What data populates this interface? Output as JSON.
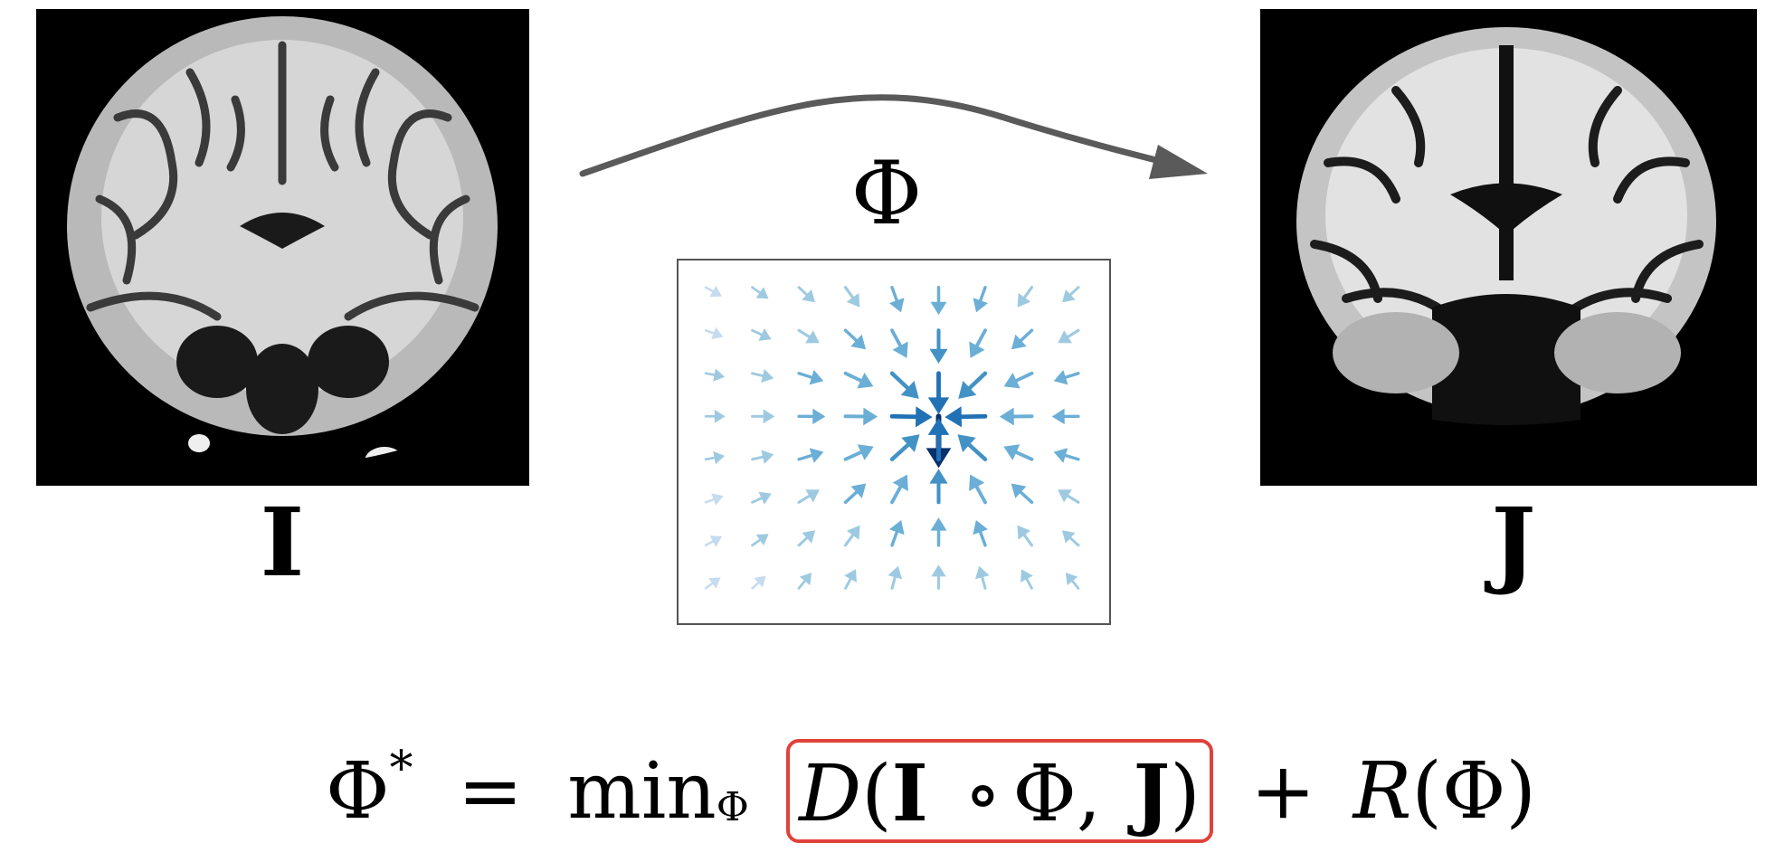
{
  "figure": {
    "source_image_label": "I",
    "target_image_label": "J",
    "transform_label": "Φ",
    "equation": {
      "lhs": "Φ",
      "lhs_sup": "*",
      "equals": "=",
      "min_op": "min",
      "min_sub": "Φ",
      "D": "D",
      "I": "I",
      "compose": "∘",
      "Phi": "Φ,",
      "J": "J",
      "plus": "+",
      "R": "R",
      "R_arg": "(Φ)",
      "open_paren": "(",
      "close_paren": ")"
    },
    "highlight_color": "#e0413a",
    "arrow_color": "#5a5a5a",
    "field_colors": [
      "#c6dbef",
      "#9ecae1",
      "#6baed6",
      "#4292c6",
      "#2171b5",
      "#08306b"
    ]
  }
}
